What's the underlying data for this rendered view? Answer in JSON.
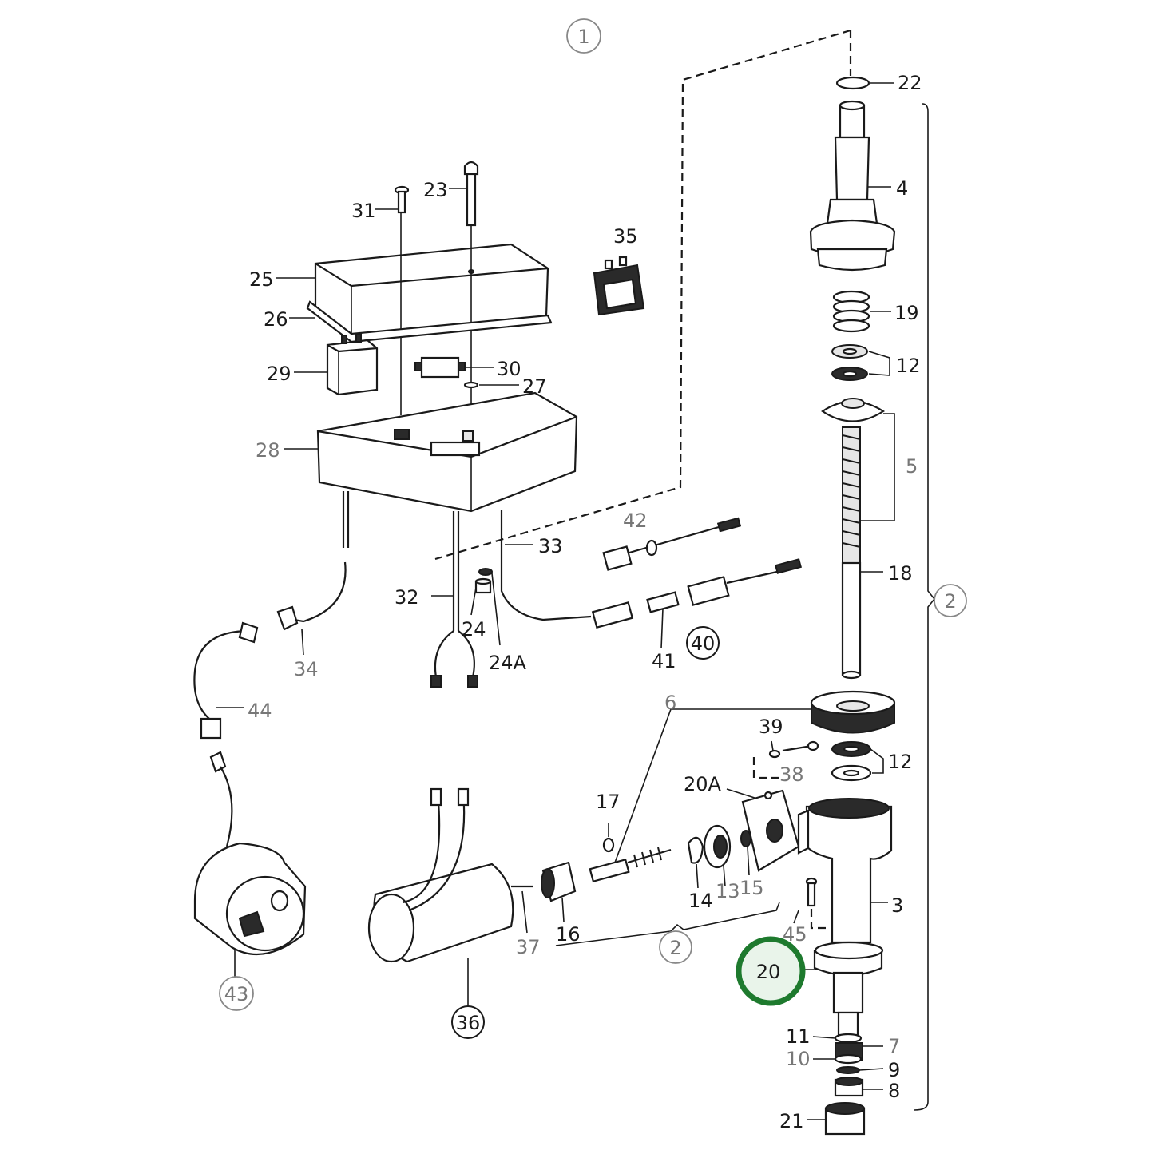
{
  "labels": {
    "group_1": "1",
    "group_2_right": "2",
    "group_2_bottom": "2",
    "group_36": "36",
    "group_40": "40",
    "group_43": "43",
    "highlight_20": "20",
    "p22": "22",
    "p4": "4",
    "p19": "19",
    "p12_top": "12",
    "p5": "5",
    "p18": "18",
    "p12_bottom": "12",
    "p3": "3",
    "p11": "11",
    "p7": "7",
    "p10": "10",
    "p9": "9",
    "p8": "8",
    "p21": "21",
    "p31": "31",
    "p23": "23",
    "p35": "35",
    "p25": "25",
    "p26": "26",
    "p29": "29",
    "p30": "30",
    "p27": "27",
    "p28": "28",
    "p33": "33",
    "p42": "42",
    "p32": "32",
    "p24": "24",
    "p24a": "24A",
    "p41": "41",
    "p34": "34",
    "p44": "44",
    "p6": "6",
    "p39": "39",
    "p38": "38",
    "p20a": "20A",
    "p17": "17",
    "p14": "14",
    "p13": "13",
    "p15": "15",
    "p45": "45",
    "p16": "16",
    "p37": "37"
  },
  "colors": {
    "ink": "#1a1a1a",
    "faded_ink": "#777777",
    "highlight_ring": "#1e7a2e",
    "highlight_fill": "#e9f4ea"
  }
}
